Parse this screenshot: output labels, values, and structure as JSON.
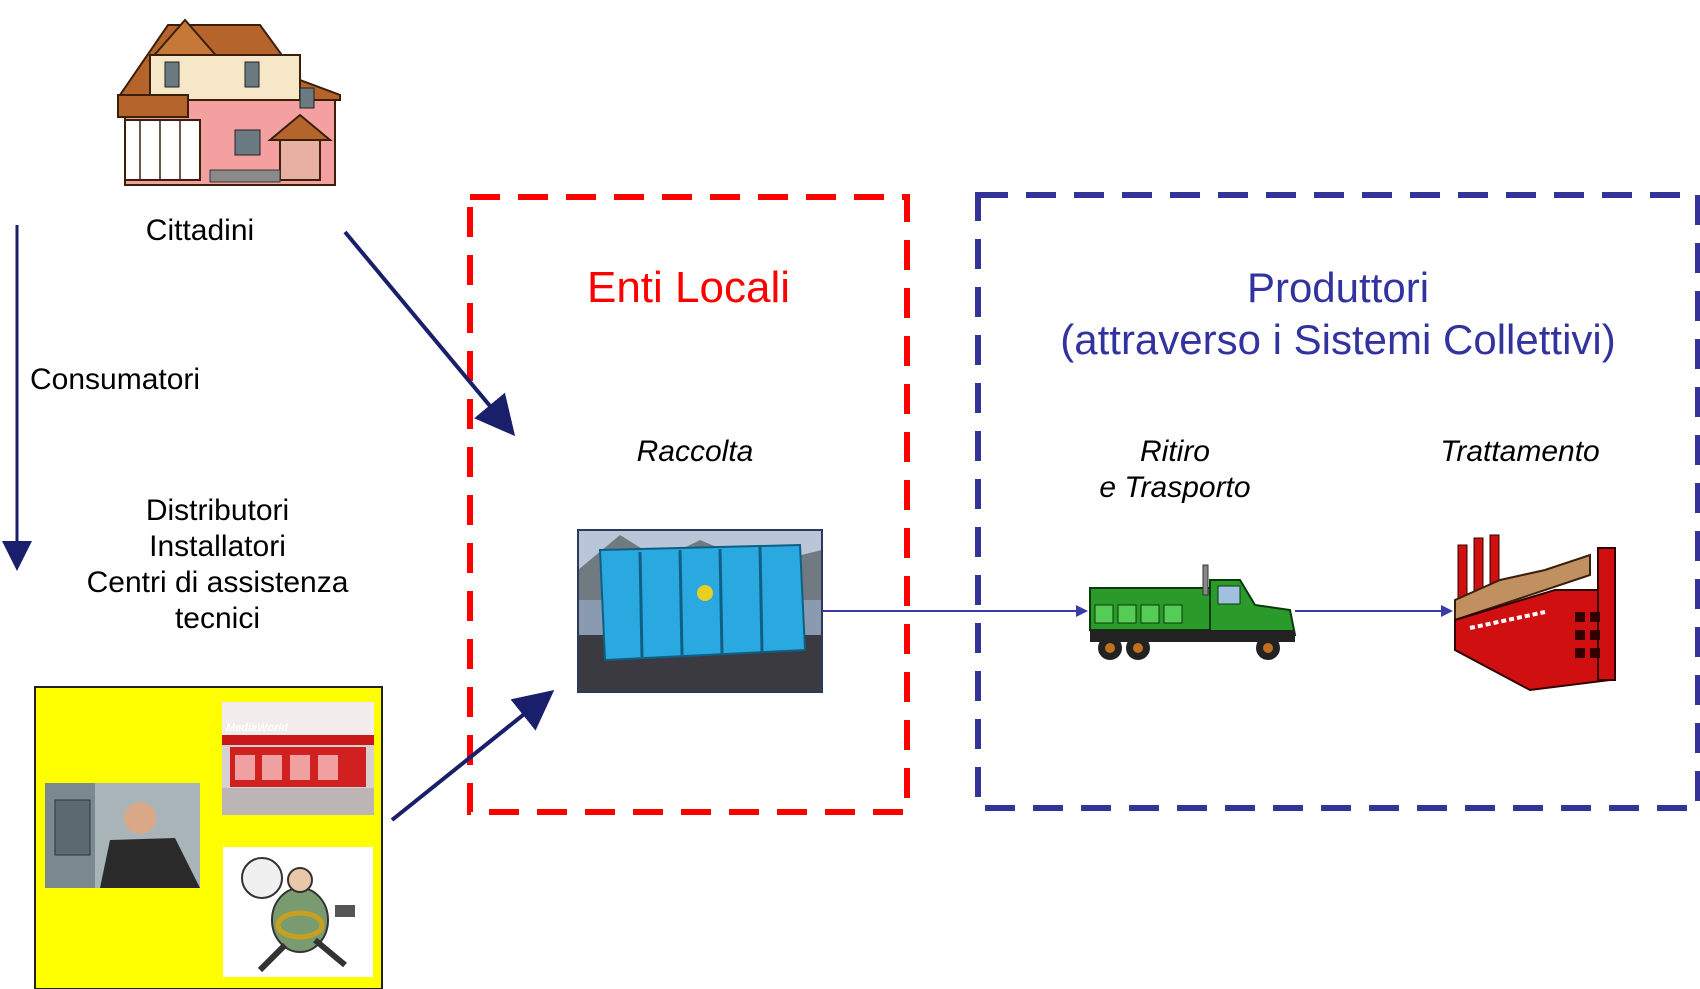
{
  "cittadini": {
    "label": "Cittadini"
  },
  "consumatori": {
    "label": "Consumatori"
  },
  "distributori": {
    "lines": [
      "Distributori",
      "Installatori",
      "Centri di assistenza",
      "tecnici"
    ]
  },
  "enti_locali": {
    "title": "Enti Locali",
    "title_color": "#ff0000",
    "border_color": "#ff0000",
    "step": "Raccolta"
  },
  "produttori": {
    "title_line1": "Produttori",
    "title_line2": "(attraverso i Sistemi Collettivi)",
    "title_color": "#3333a0",
    "border_color": "#33339a",
    "step1_line1": "Ritiro",
    "step1_line2": "e Trasporto",
    "step2": "Trattamento"
  },
  "colors": {
    "arrow": "#1a1f6b",
    "flow_line": "#3a3aa8",
    "yellow_panel": "#ffff00",
    "container": "#2aa8e0"
  },
  "images": {
    "house": "house-illustration",
    "container": "waste-container-photo",
    "truck": "truck-illustration",
    "factory": "factory-illustration",
    "store": "mediaworld-store-photo",
    "technician": "technician-photo",
    "cartoon": "cartoon-runner-illustration"
  },
  "store_sign": "MediaWorld"
}
